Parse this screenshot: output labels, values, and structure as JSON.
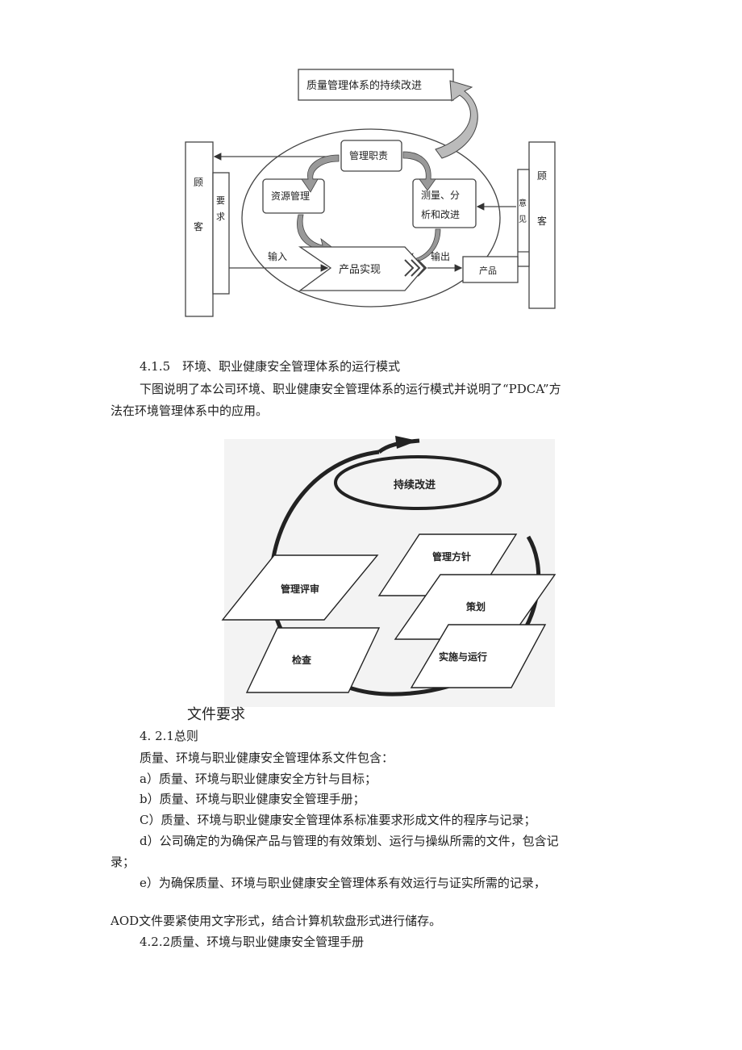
{
  "figure1": {
    "title_box": "质量管理体系的持续改进",
    "customer_left": [
      "顾",
      "客"
    ],
    "requirements": [
      "要",
      "求"
    ],
    "customer_right": [
      "顾",
      "客"
    ],
    "feedback": [
      "意",
      "见"
    ],
    "mgmt_responsibility": "管理职责",
    "resource_mgmt": "资源管理",
    "measurement_line1": "测量、分",
    "measurement_line2": "析和改进",
    "product_realization": "产品实现",
    "input": "输入",
    "output": "输出",
    "product": "产品"
  },
  "section_415": {
    "heading": "4.1.5　环境、职业健康安全管理体系的运行模式",
    "body_line1": "下图说明了本公司环境、职业健康安全管理体系的运行模式并说明了“PDCA”方",
    "body_line2": "法在环境管理体系中的应用。"
  },
  "figure2": {
    "continual_improvement": "持续改进",
    "policy": "管理方针",
    "management_review": "管理评审",
    "planning": "策划",
    "checking": "检查",
    "implementation": "实施与运行"
  },
  "section_42": {
    "heading": "文件要求",
    "sub_421": "4. 2.1总则",
    "intro": "质量、环境与职业健康安全管理体系文件包含：",
    "item_a": "a）质量、环境与职业健康安全方针与目标；",
    "item_b": "b）质量、环境与职业健康安全管理手册；",
    "item_c": "C）质量、环境与职业健康安全管理体系标准要求形成文件的程序与记录；",
    "item_d_line1": "d）公司确定的为确保产品与管理的有效策划、运行与操纵所需的文件，包含记",
    "item_d_line2": "录；",
    "item_e": "e）为确保质量、环境与职业健康安全管理体系有效运行与证实所需的记录，",
    "aod_line": "AOD文件要紧使用文字形式，结合计算机软盘形式进行储存。",
    "sub_422": "4.2.2质量、环境与职业健康安全管理手册"
  }
}
